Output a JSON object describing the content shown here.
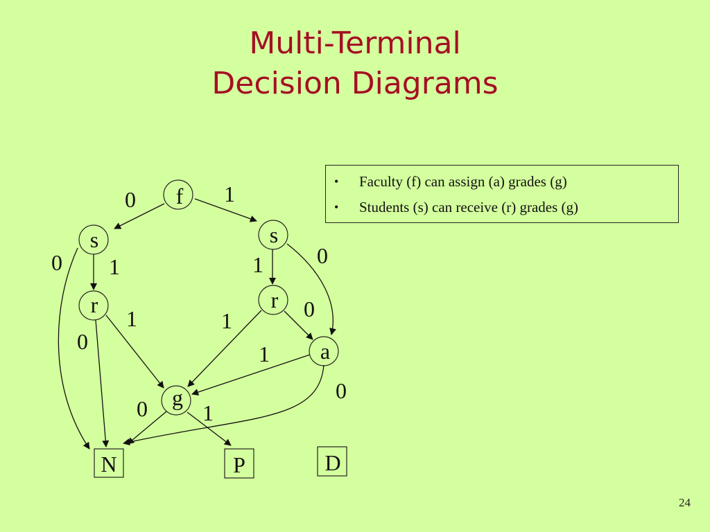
{
  "slide": {
    "title_line1": "Multi-Terminal",
    "title_line2": "Decision Diagrams",
    "page_number": "24"
  },
  "bullets": [
    "Faculty (f) can assign (a) grades (g)",
    "Students (s) can receive (r) grades (g)"
  ],
  "diagram": {
    "nodes": {
      "f": "f",
      "s_left": "s",
      "s_right": "s",
      "r_left": "r",
      "r_right": "r",
      "a": "a",
      "g": "g"
    },
    "terminals": {
      "N": "N",
      "P": "P",
      "D": "D"
    },
    "edge_labels": {
      "f_s_left": "0",
      "f_s_right": "1",
      "s_left_N": "0",
      "s_left_r_left": "1",
      "s_right_r_right": "1",
      "s_right_a": "0",
      "r_left_g": "1",
      "r_left_N": "0",
      "r_right_g": "1",
      "r_right_a": "0",
      "a_g": "1",
      "a_N": "0",
      "g_N": "0",
      "g_P": "1"
    }
  },
  "colors": {
    "background": "#d4ff9e",
    "title": "#a50f24",
    "ink": "#111111"
  }
}
